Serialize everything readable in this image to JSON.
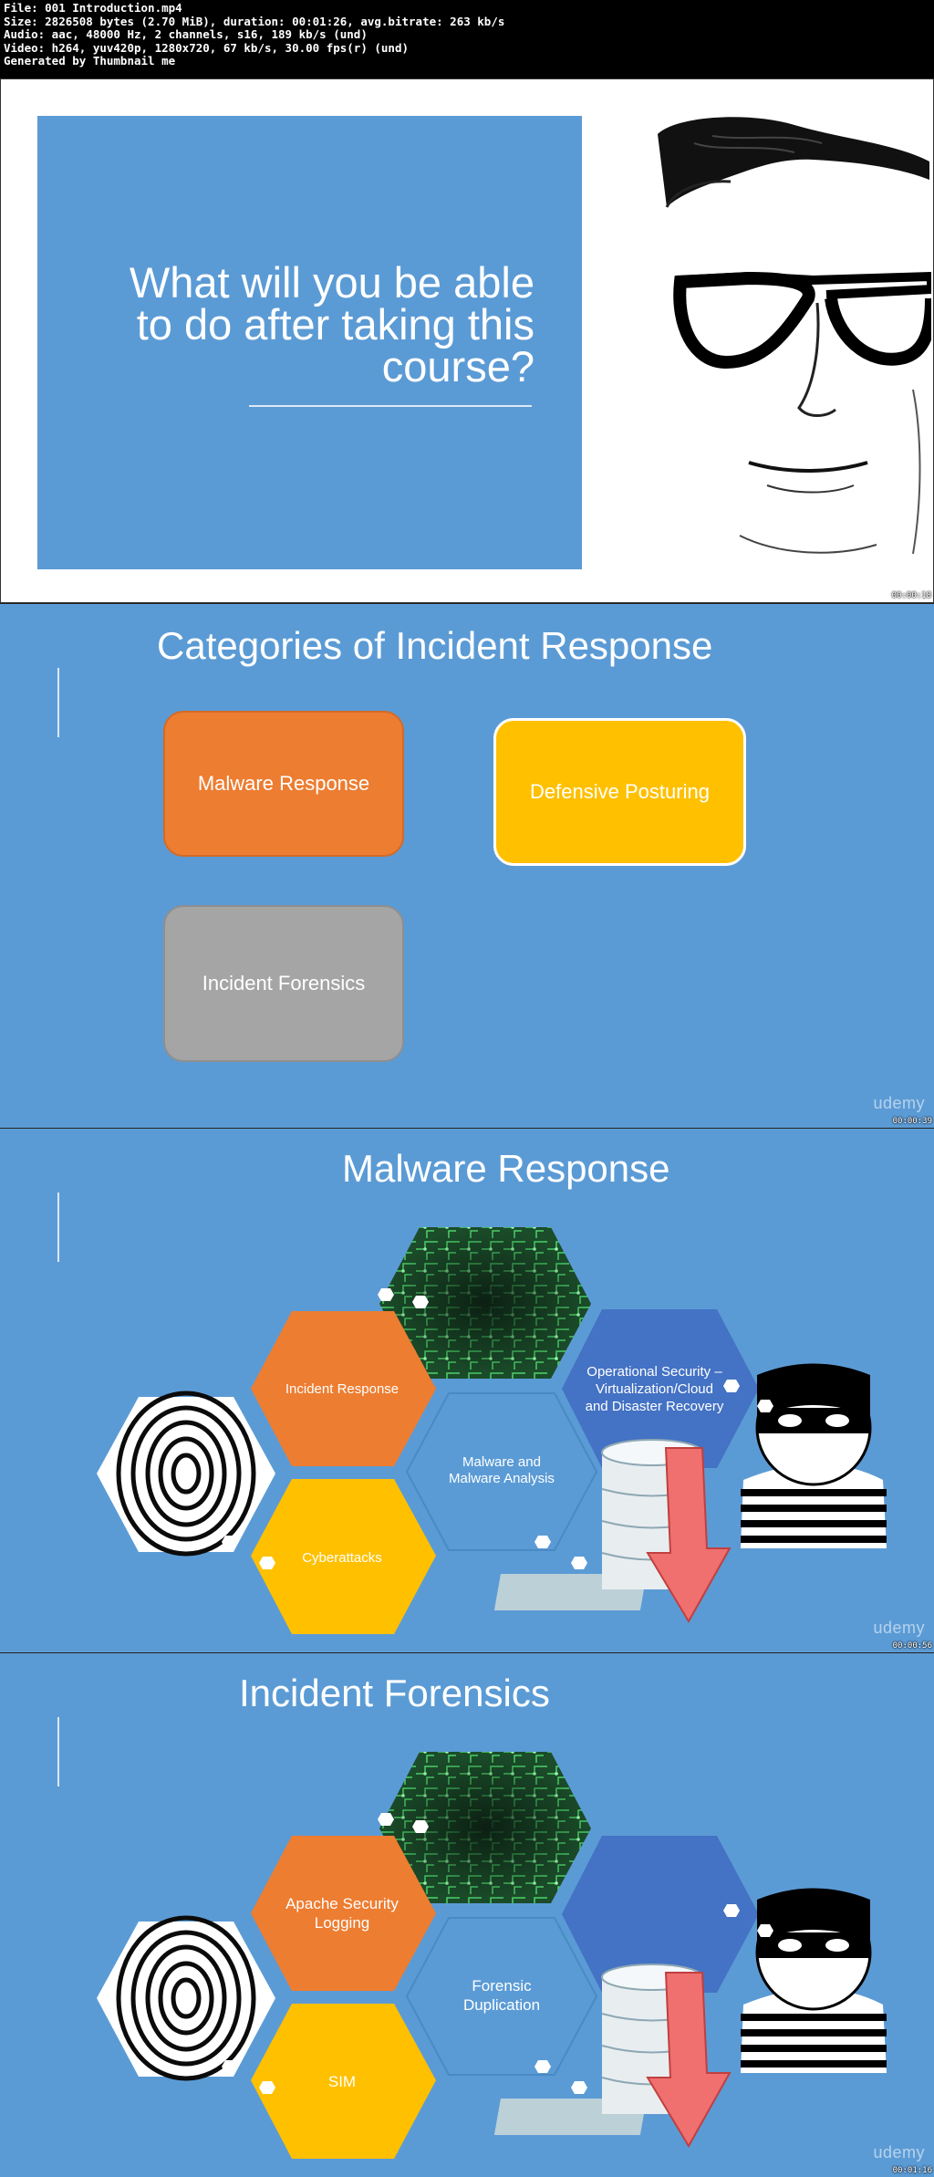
{
  "header": {
    "line1": "File: 001 Introduction.mp4",
    "line2": "Size: 2826508 bytes (2.70 MiB), duration: 00:01:26, avg.bitrate: 263 kb/s",
    "line3": "Audio: aac, 48000 Hz, 2 channels, s16, 189 kb/s (und)",
    "line4": "Video: h264, yuv420p, 1280x720, 67 kb/s, 30.00 fps(r) (und)",
    "line5": "Generated by Thumbnail me"
  },
  "slide1": {
    "title": "What will you be able to do after taking this course?",
    "timestamp": "00:00:18"
  },
  "slide2": {
    "title": "Categories of Incident Response",
    "box1": "Malware Response",
    "box2": "Defensive Posturing",
    "box3": "Incident Forensics",
    "watermark": "udemy",
    "timestamp": "00:00:39"
  },
  "slide3": {
    "title": "Malware Response",
    "hex_incident": "Incident Response",
    "hex_opsec": "Operational Security – Virtualization/Cloud and Disaster Recovery",
    "hex_malware": "Malware and Malware Analysis",
    "hex_cyber": "Cyberattacks",
    "watermark": "udemy",
    "timestamp": "00:00:56"
  },
  "slide4": {
    "title": "Incident Forensics",
    "hex_apache": "Apache Security Logging",
    "hex_forensic": "Forensic Duplication",
    "hex_sim": "SIM",
    "watermark": "udemy",
    "timestamp": "00:01:16"
  },
  "colors": {
    "slide_blue": "#5b9bd5",
    "orange": "#ed7d31",
    "gold": "#ffc000",
    "gray": "#a5a5a5",
    "dark_blue": "#4472c4"
  }
}
